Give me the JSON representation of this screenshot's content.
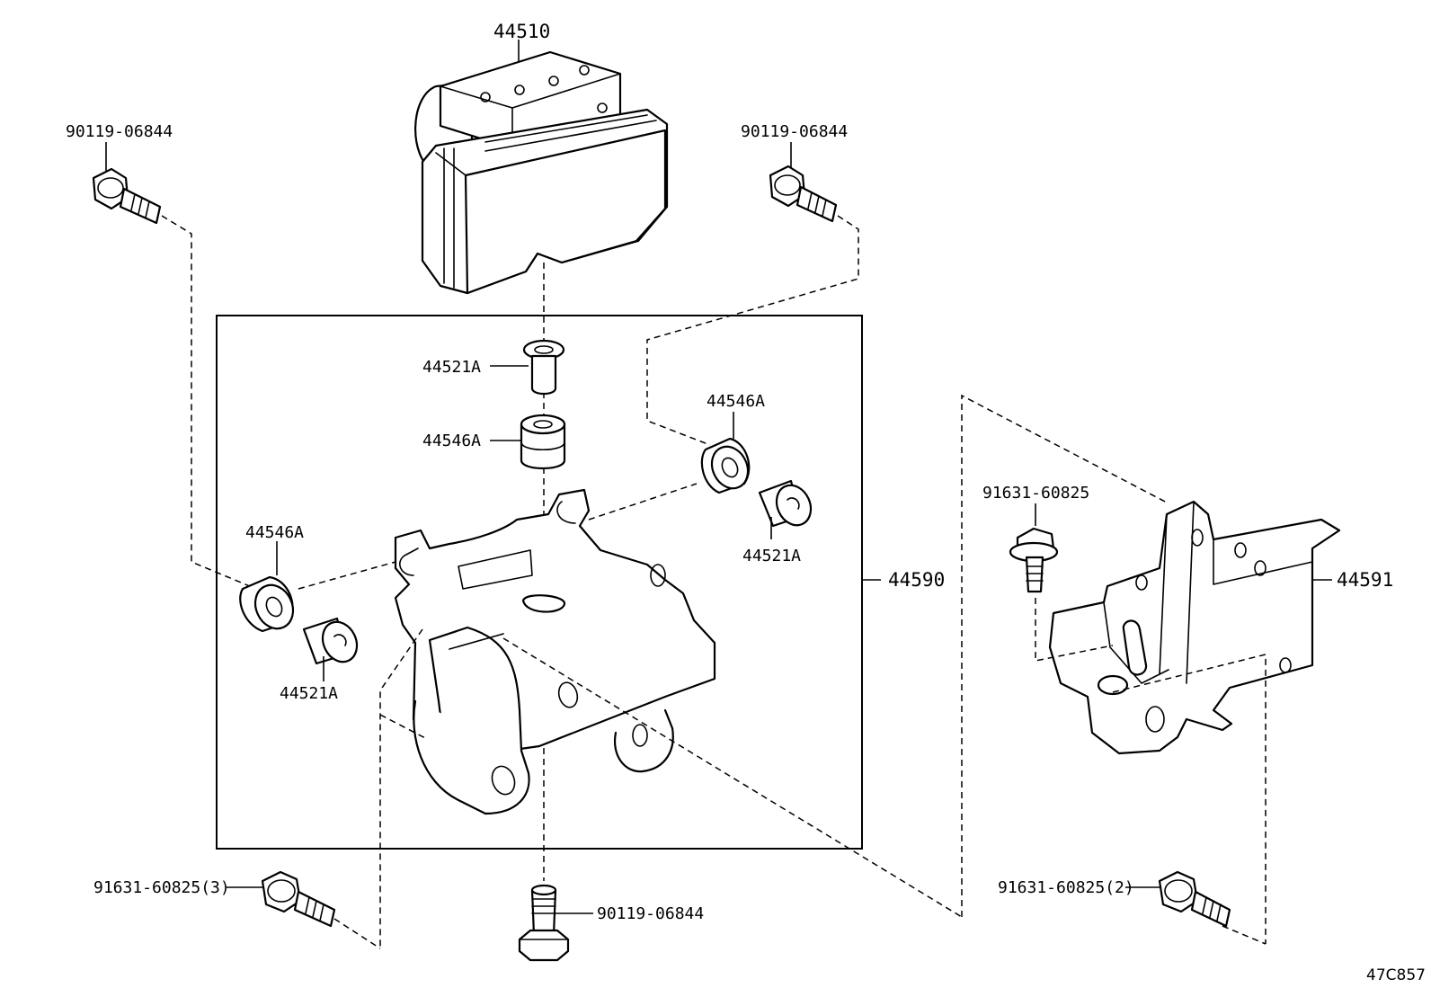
{
  "diagram": {
    "callouts": {
      "actuator": "44510",
      "bolt_top_left": "90119-06844",
      "bolt_top_right": "90119-06844",
      "collar_center": "44521A",
      "cushion_center": "44546A",
      "cushion_right": "44546A",
      "collar_right": "44521A",
      "cushion_left": "44546A",
      "collar_left": "44521A",
      "bracket_assembly": "44590",
      "bracket_right": "44591",
      "bolt_right_upper": "91631-60825",
      "bolt_bottom_left": "91631-60825(3)",
      "bolt_bottom_center": "90119-06844",
      "bolt_bottom_right": "91631-60825(2)"
    },
    "illustration_code": "47C857"
  }
}
